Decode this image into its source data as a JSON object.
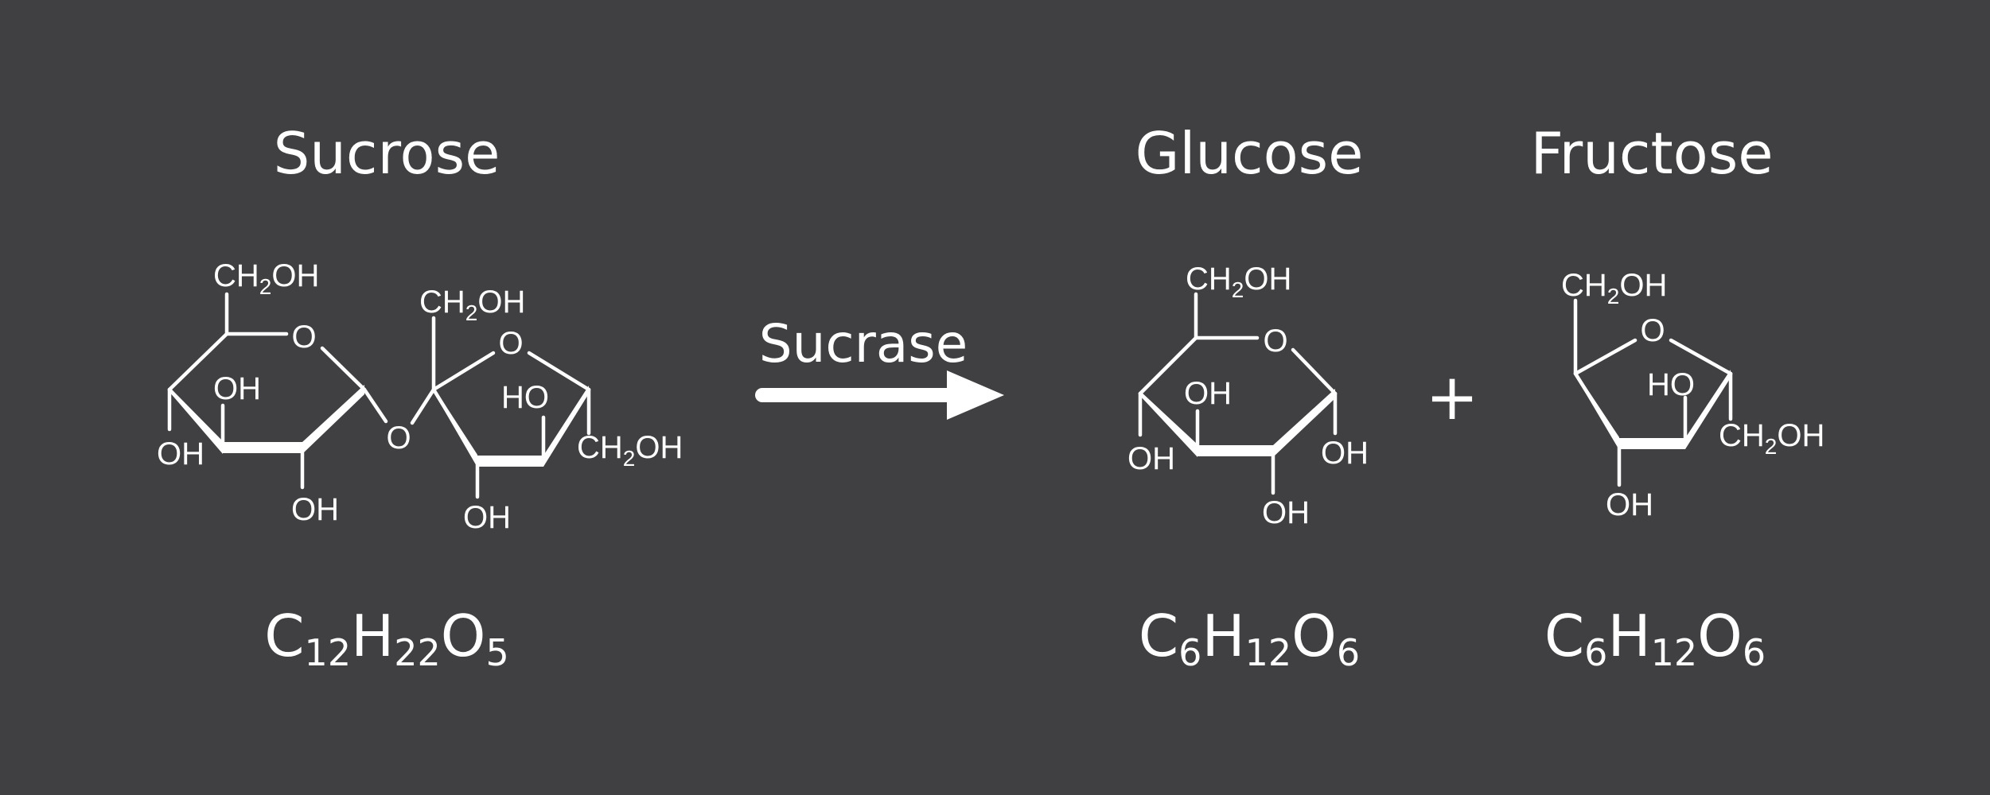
{
  "reactant": {
    "name": "Sucrose",
    "formula": {
      "c": "C",
      "c_n": "12",
      "h": "H",
      "h_n": "22",
      "o": "O",
      "o_n": "5"
    }
  },
  "enzyme": "Sucrase",
  "plus_sign": "+",
  "products": [
    {
      "name": "Glucose",
      "formula": {
        "c": "C",
        "c_n": "6",
        "h": "H",
        "h_n": "12",
        "o": "O",
        "o_n": "6"
      }
    },
    {
      "name": "Fructose",
      "formula": {
        "c": "C",
        "c_n": "6",
        "h": "H",
        "h_n": "12",
        "o": "O",
        "o_n": "6"
      }
    }
  ],
  "structure_labels": {
    "ch2oh_main": "CH",
    "ch2oh_sub": "2",
    "ch2oh_end": "OH",
    "oh": "OH",
    "ho": "HO",
    "ring_oxygen": "O"
  },
  "colors": {
    "background": "#404042",
    "foreground": "#ffffff"
  }
}
